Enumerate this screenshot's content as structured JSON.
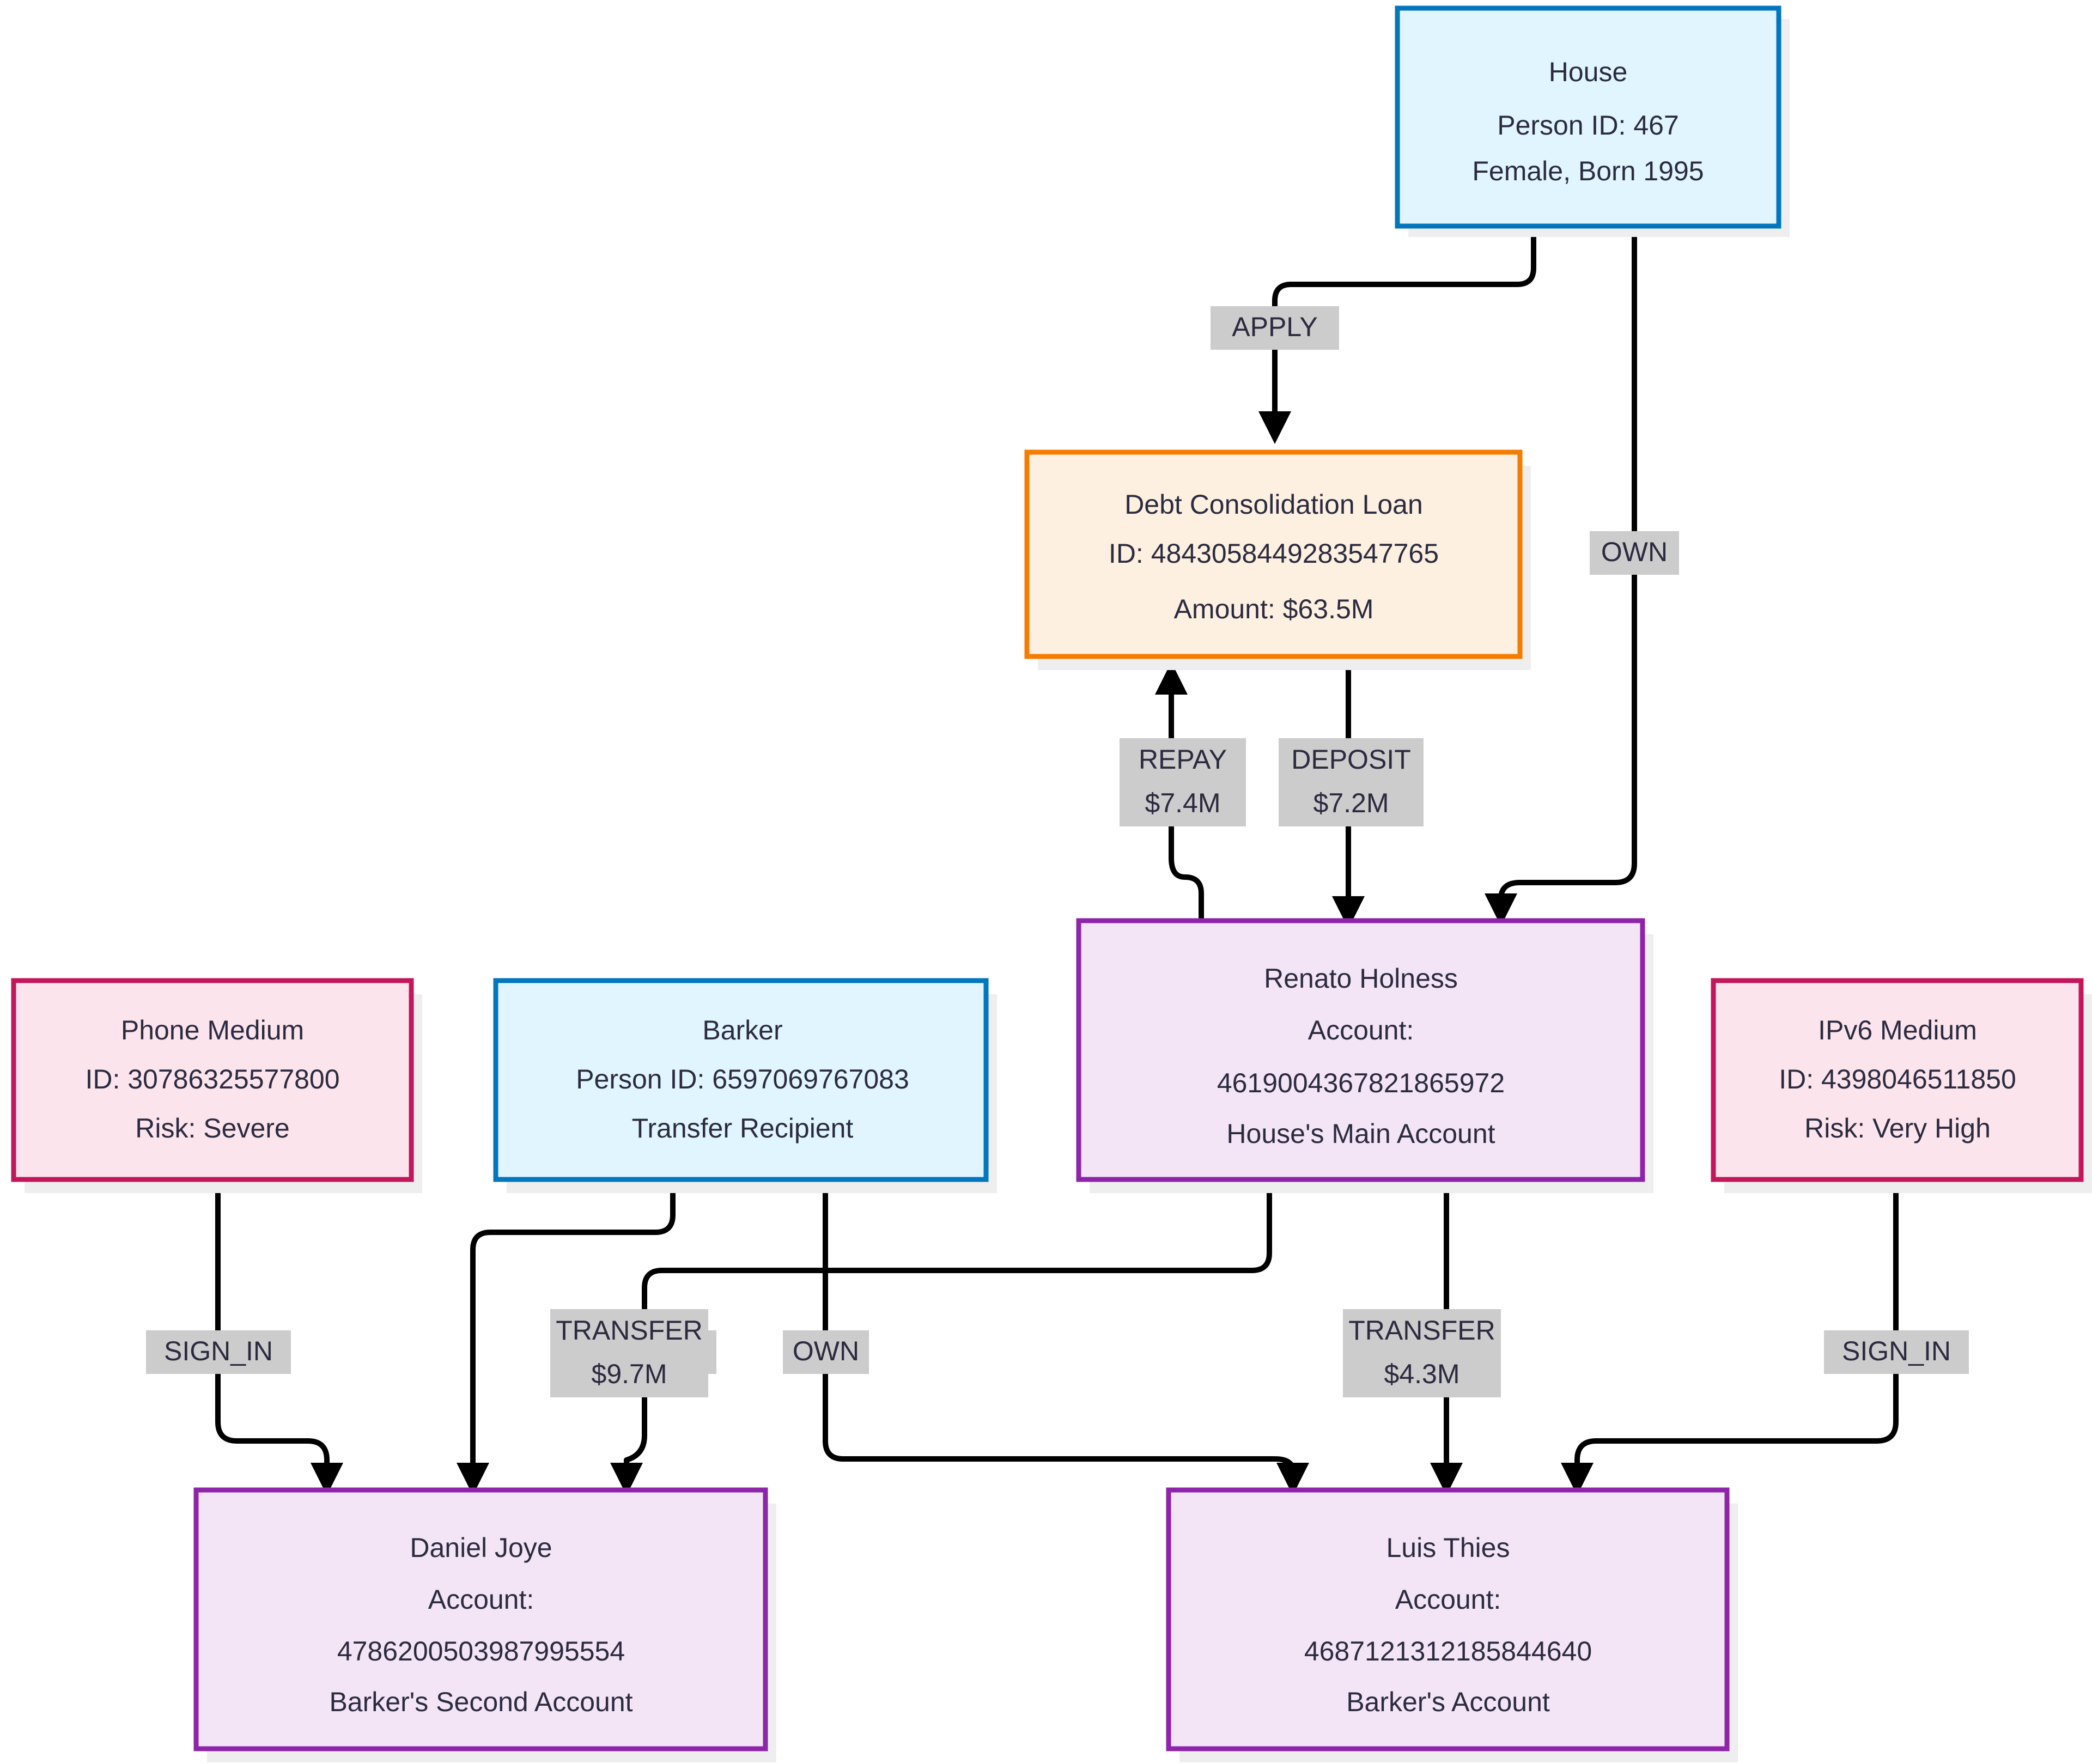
{
  "diagram": {
    "type": "financial-entity-graph",
    "background": "#ffffff",
    "palette": {
      "person_border": "#0277bd",
      "person_fill": "#e1f5fe",
      "loan_border": "#f57c00",
      "loan_fill": "#fdf0e0",
      "account_border": "#8e24aa",
      "account_fill": "#f3e5f5",
      "medium_border": "#c2185b",
      "medium_fill": "#fce4ec",
      "edge_color": "#000000",
      "edge_label_fill": "#cccccc",
      "text_color": "#2b2b40",
      "shadow": "#eeeeee"
    },
    "nodes": [
      {
        "id": "house",
        "kind": "person",
        "lines": [
          "House",
          "Person ID: 467",
          "Female, Born 1995"
        ]
      },
      {
        "id": "loan",
        "kind": "loan",
        "lines": [
          "Debt Consolidation Loan",
          "ID: 4843058449283547765",
          "Amount: $63.5M"
        ]
      },
      {
        "id": "renato",
        "kind": "account",
        "lines": [
          "Renato Holness",
          "Account:",
          "4619004367821865972",
          "House's Main Account"
        ]
      },
      {
        "id": "phone",
        "kind": "medium",
        "lines": [
          "Phone Medium",
          "ID: 30786325577800",
          "Risk: Severe"
        ]
      },
      {
        "id": "barker",
        "kind": "person",
        "lines": [
          "Barker",
          "Person ID: 6597069767083",
          "Transfer Recipient"
        ]
      },
      {
        "id": "ipv6",
        "kind": "medium",
        "lines": [
          "IPv6 Medium",
          "ID: 4398046511850",
          "Risk: Very High"
        ]
      },
      {
        "id": "daniel",
        "kind": "account",
        "lines": [
          "Daniel Joye",
          "Account:",
          "4786200503987995554",
          "Barker's Second Account"
        ]
      },
      {
        "id": "luis",
        "kind": "account",
        "lines": [
          "Luis Thies",
          "Account:",
          "4687121312185844640",
          "Barker's Account"
        ]
      }
    ],
    "edges": [
      {
        "id": "apply",
        "from": "house",
        "to": "loan",
        "lines": [
          "APPLY"
        ]
      },
      {
        "id": "own-house",
        "from": "house",
        "to": "renato",
        "lines": [
          "OWN"
        ]
      },
      {
        "id": "repay",
        "from": "renato",
        "to": "loan",
        "lines": [
          "REPAY",
          "$7.4M"
        ]
      },
      {
        "id": "deposit",
        "from": "loan",
        "to": "renato",
        "lines": [
          "DEPOSIT",
          "$7.2M"
        ]
      },
      {
        "id": "signin-phone",
        "from": "phone",
        "to": "daniel",
        "lines": [
          "SIGN_IN"
        ]
      },
      {
        "id": "own-daniel",
        "from": "barker",
        "to": "daniel",
        "lines": [
          "OWN"
        ]
      },
      {
        "id": "transfer-97",
        "from": "renato",
        "to": "daniel",
        "lines": [
          "TRANSFER",
          "$9.7M"
        ]
      },
      {
        "id": "own-luis",
        "from": "barker",
        "to": "luis",
        "lines": [
          "OWN"
        ]
      },
      {
        "id": "transfer-43",
        "from": "renato",
        "to": "luis",
        "lines": [
          "TRANSFER",
          "$4.3M"
        ]
      },
      {
        "id": "signin-ipv6",
        "from": "ipv6",
        "to": "luis",
        "lines": [
          "SIGN_IN"
        ]
      }
    ]
  }
}
